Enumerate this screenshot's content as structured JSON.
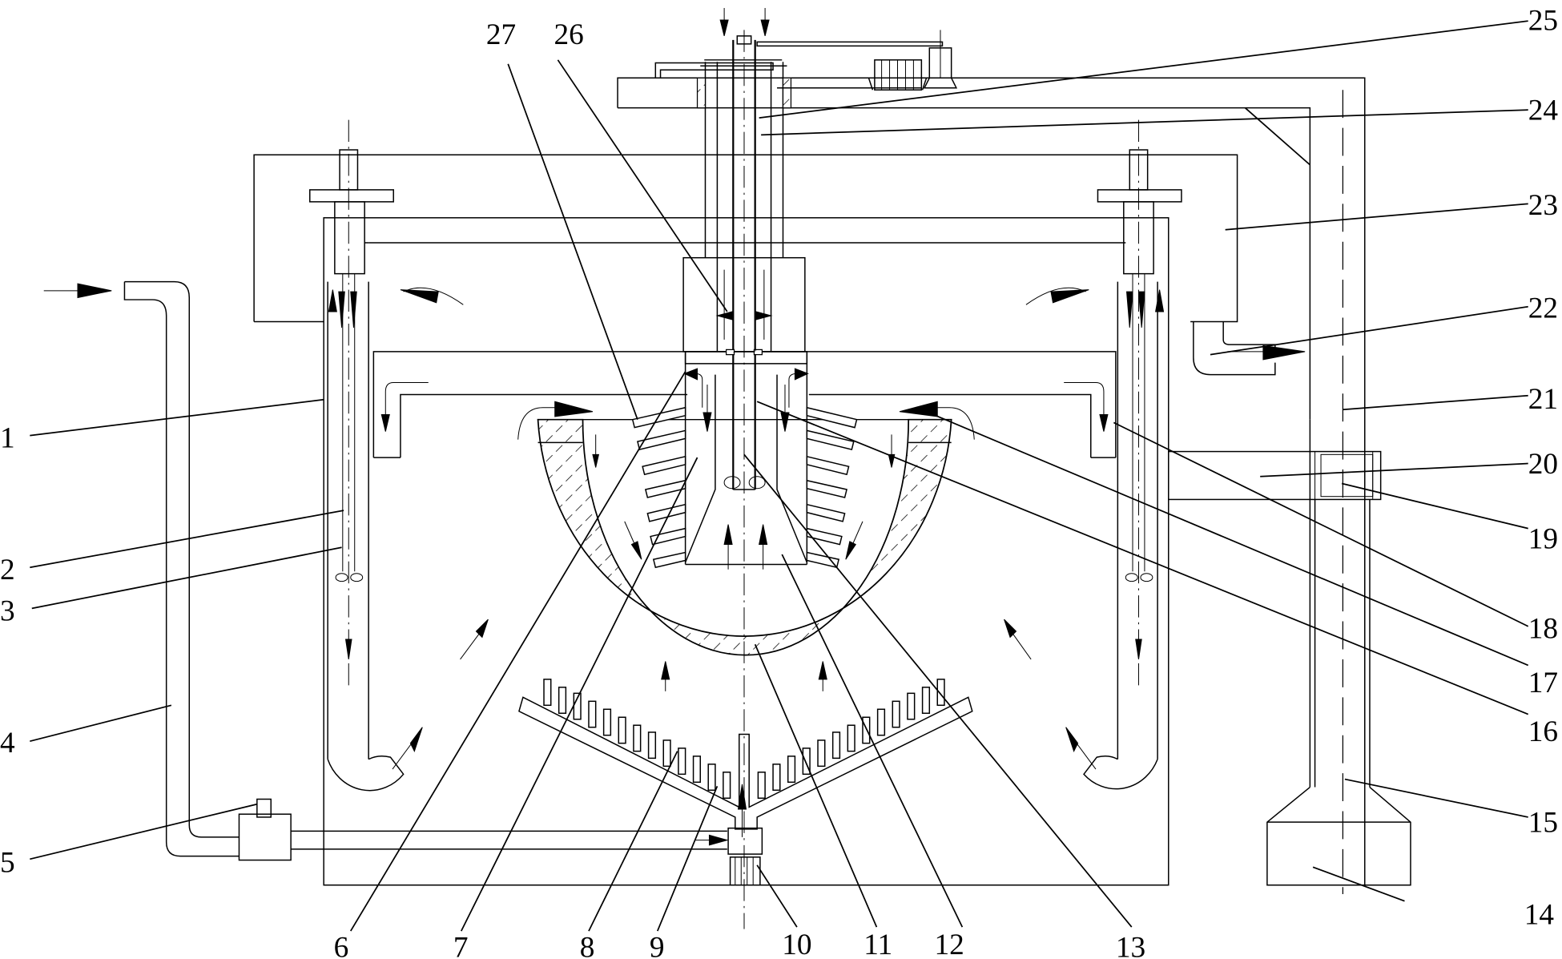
{
  "figure": {
    "type": "patent-schematic",
    "description": "Cross-section schematic of a reactor / drying apparatus with hemispherical jacketed bowl, central shaft, U-shaped side tubes and distributor plate",
    "colors": {
      "line": "#000000",
      "background": "#ffffff"
    }
  },
  "labels": [
    {
      "id": "1",
      "text": "1"
    },
    {
      "id": "2",
      "text": "2"
    },
    {
      "id": "3",
      "text": "3"
    },
    {
      "id": "4",
      "text": "4"
    },
    {
      "id": "5",
      "text": "5"
    },
    {
      "id": "6",
      "text": "6"
    },
    {
      "id": "7",
      "text": "7"
    },
    {
      "id": "8",
      "text": "8"
    },
    {
      "id": "9",
      "text": "9"
    },
    {
      "id": "10",
      "text": "10"
    },
    {
      "id": "11",
      "text": "11"
    },
    {
      "id": "12",
      "text": "12"
    },
    {
      "id": "13",
      "text": "13"
    },
    {
      "id": "14",
      "text": "14"
    },
    {
      "id": "15",
      "text": "15"
    },
    {
      "id": "16",
      "text": "16"
    },
    {
      "id": "17",
      "text": "17"
    },
    {
      "id": "18",
      "text": "18"
    },
    {
      "id": "19",
      "text": "19"
    },
    {
      "id": "20",
      "text": "20"
    },
    {
      "id": "21",
      "text": "21"
    },
    {
      "id": "22",
      "text": "22"
    },
    {
      "id": "23",
      "text": "23"
    },
    {
      "id": "24",
      "text": "24"
    },
    {
      "id": "25",
      "text": "25"
    },
    {
      "id": "26",
      "text": "26"
    },
    {
      "id": "27",
      "text": "27"
    }
  ]
}
